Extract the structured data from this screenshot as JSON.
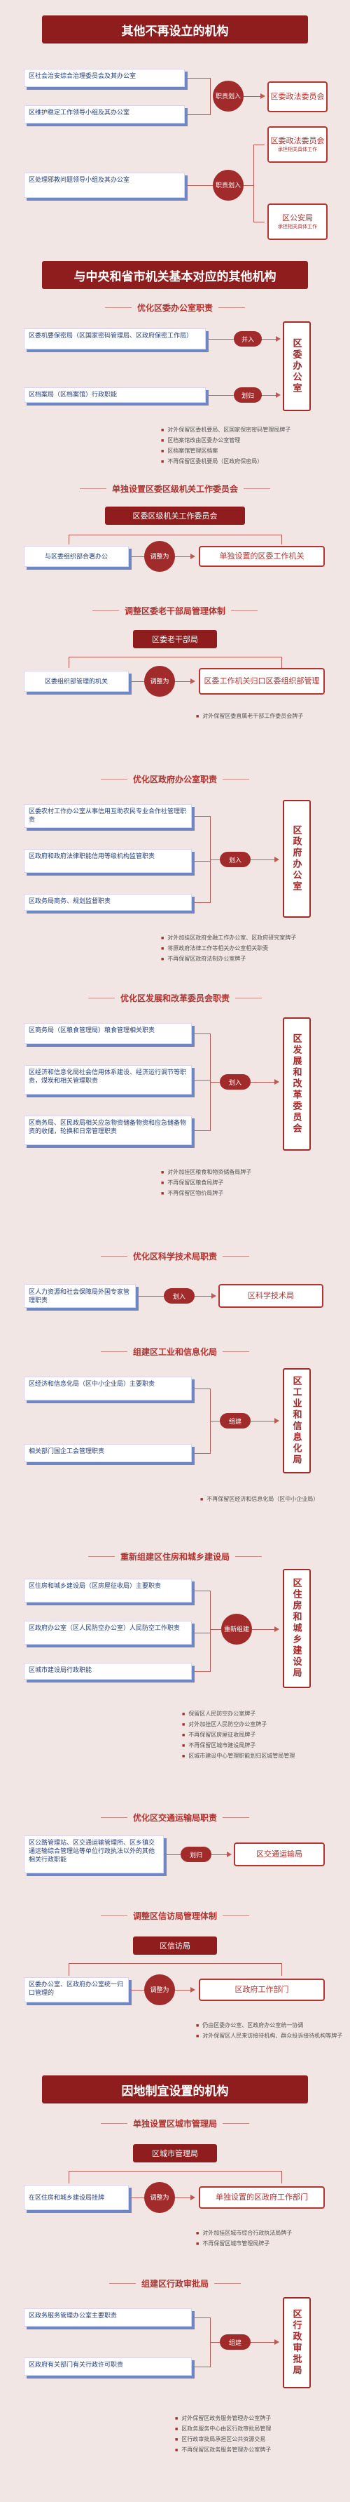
{
  "s1": {
    "title": "其他不再设立的机构",
    "left": [
      "区社会治安综合治理委员会及其办公室",
      "区维护稳定工作领导小组及其办公室",
      "区处理邪教问题领导小组及其办公室"
    ],
    "c1": "职责划入",
    "c2": "职责划入",
    "r1": "区委政法委员会",
    "r2": "区委政法委员会",
    "r2sub": "承担相关具体工作",
    "r3": "区公安局",
    "r3sub": "承担相关具体工作"
  },
  "s2": {
    "title": "与中央和省市机关基本对应的其他机构",
    "a": {
      "title": "优化区委办公室职责",
      "items": [
        "区委机要保密局（区国家密码管理局、区政府保密工作局）",
        "区档案局（区档案馆）行政职能"
      ],
      "pills": [
        "并入",
        "划归"
      ],
      "target": "区委办公室",
      "notes": [
        "对外保留区委机要局、区国家保密密码管理局牌子",
        "区档案馆改由区委办公室管理",
        "区档案馆管理区档案",
        "不再保留区委机要局（区政府保密局）"
      ]
    },
    "b": {
      "title": "单独设置区委区级机关工作委员会",
      "top": "区委区级机关工作委员会",
      "left": "与区委组织部合署办公",
      "pill": "调整为",
      "right": "单独设置的区委工作机关"
    },
    "c": {
      "title": "调整区委老干部局管理体制",
      "top": "区委老干部局",
      "left": "区委组织部管理的机关",
      "pill": "调整为",
      "right": "区委工作机关归口区委组织部管理",
      "notes": [
        "对外保留区委直属老干部工作委员会牌子"
      ]
    },
    "d": {
      "title": "优化区政府办公室职责",
      "items": [
        "区委农村工作办公室从事信用互助农民专业合作社管理职责",
        "区政府和政府法律职能信用等级机构监管职责",
        "区政务局商务、规划监督职责"
      ],
      "pill": "划入",
      "target": "区政府办公室",
      "notes": [
        "对外加挂区政府金融工作办公室、区政府研究室牌子",
        "将原政府法律工作等相关办公室相关职责",
        "不再保留区政府法制办公室牌子"
      ]
    },
    "e": {
      "title": "优化区发展和改革委员会职责",
      "items": [
        "区商务局（区粮食管理局）粮食管理相关职责",
        "区经济和信息化局社会信用体系建设、经济运行调节等职责，煤炭和相关管理职责",
        "区商务局、区民政局相关应急物资储备物资和应急储备物资的收储，轮换和日常管理职责"
      ],
      "pill": "划入",
      "target": "区发展和改革委员会",
      "notes": [
        "对外加挂区粮食和物资储备局牌子",
        "不再保留区粮食局牌子",
        "不再保留区物价局牌子"
      ]
    },
    "f": {
      "title": "优化区科学技术局职责",
      "left": "区人力资源和社会保障局外国专家管理职责",
      "pill": "划入",
      "right": "区科学技术局"
    },
    "g": {
      "title": "组建区工业和信息化局",
      "items": [
        "区经济和信息化局（区中小企业局）主要职责",
        "相关部门国企工会管理职责"
      ],
      "pill": "组建",
      "target": "区工业和信息化局",
      "notes": [
        "不再保留区经济和信息化局（区中小企业局）"
      ]
    },
    "h": {
      "title": "重新组建区住房和城乡建设局",
      "items": [
        "区住房和城乡建设局（区房屋征收局）主要职责",
        "区政府办公室（区人民防空办公室）人民防空工作职责",
        "区城市建设局行政职能"
      ],
      "circle": "重新组建",
      "target": "区住房和城乡建设局",
      "notes": [
        "保留区人民防空办公室牌子",
        "对外加挂区人民防空办公室牌子",
        "不再保留区房屋征收局牌子",
        "不再保留区城市建设局牌子",
        "区城市建设中心管理职能划归区城管局管理"
      ]
    },
    "i": {
      "title": "优化区交通运输局职责",
      "left": "区公路管理站、区交通运输管理所、区乡镇交通运输综合管理站等单位行政执法以外的其他相关行政职能",
      "pill": "划归",
      "right": "区交通运输局"
    },
    "j": {
      "title": "调整区信访局管理体制",
      "top": "区信访局",
      "left": "区委办公室、区政府办公室统一归口管理的",
      "pill": "调整为",
      "right": "区政府工作部门",
      "notes": [
        "仍由区委办公室、区政府办公室统一协调",
        "对外保留区人民来访接待机构、群众投诉接待机构等牌子"
      ]
    }
  },
  "s3": {
    "title": "因地制宜设置的机构",
    "k": {
      "title": "单独设置区城市管理局",
      "top": "区城市管理局",
      "left": "在区住房和城乡建设局挂牌",
      "pill": "调整为",
      "right": "单独设置的区政府工作部门",
      "notes": [
        "对外加挂区城市综合行政执法局牌子",
        "不再保留区城市管理局牌子"
      ]
    },
    "l": {
      "title": "组建区行政审批局",
      "items": [
        "区政务服务管理办公室主要职责",
        "区政府有关部门有关行政许可职责"
      ],
      "pill": "组建",
      "target": "区行政审批局",
      "notes": [
        "对外保留区政务服务管理办公室牌子",
        "区政务服务中心由区行政审批局管理",
        "区行政审批局承担区公共资源交易",
        "不再保留区政务服务管理办公室牌子"
      ]
    }
  }
}
